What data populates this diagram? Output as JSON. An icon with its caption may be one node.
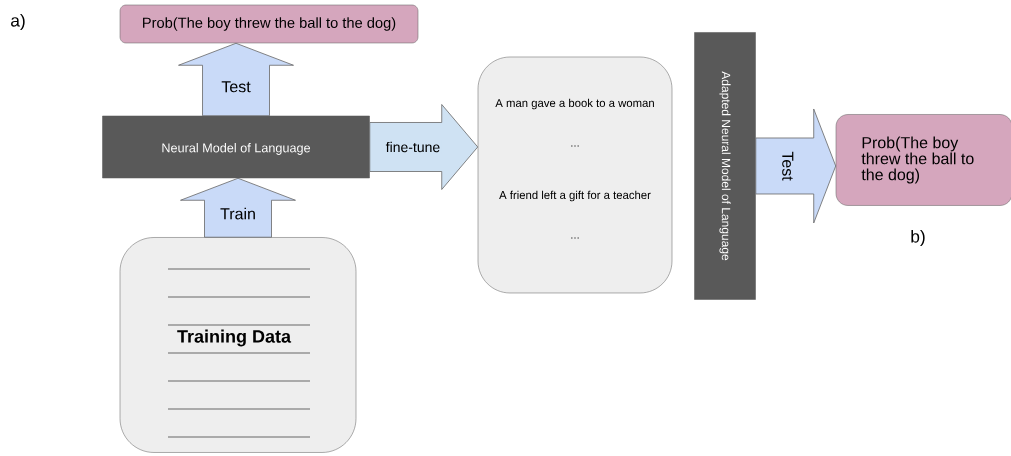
{
  "diagram": {
    "nodes": [
      {
        "text": [
          "Prob(The boy threw the ball to the dog)"
        ]
      },
      {
        "text": [
          "Neural Model of Language"
        ]
      },
      {
        "text": [
          "Training Data"
        ]
      },
      {
        "text": [
          "A man gave a book to a woman",
          "...",
          "A friend left a gift for a teacher",
          "..."
        ]
      },
      {
        "text": [
          "Adapted Neural Model of Language"
        ]
      },
      {
        "text": [
          "Prob(The boy threw the ball to the dog)"
        ]
      }
    ],
    "edges": [
      {
        "from": 2,
        "to": 1,
        "arrow": "to",
        "label": "Train"
      },
      {
        "from": 1,
        "to": 0,
        "arrow": "to",
        "label": "Test"
      },
      {
        "from": 1,
        "to": 3,
        "arrow": "to",
        "label": "fine-tune"
      },
      {
        "from": 4,
        "to": 5,
        "arrow": "to",
        "label": "Test"
      }
    ],
    "labels": [
      "a)",
      "b)"
    ]
  }
}
